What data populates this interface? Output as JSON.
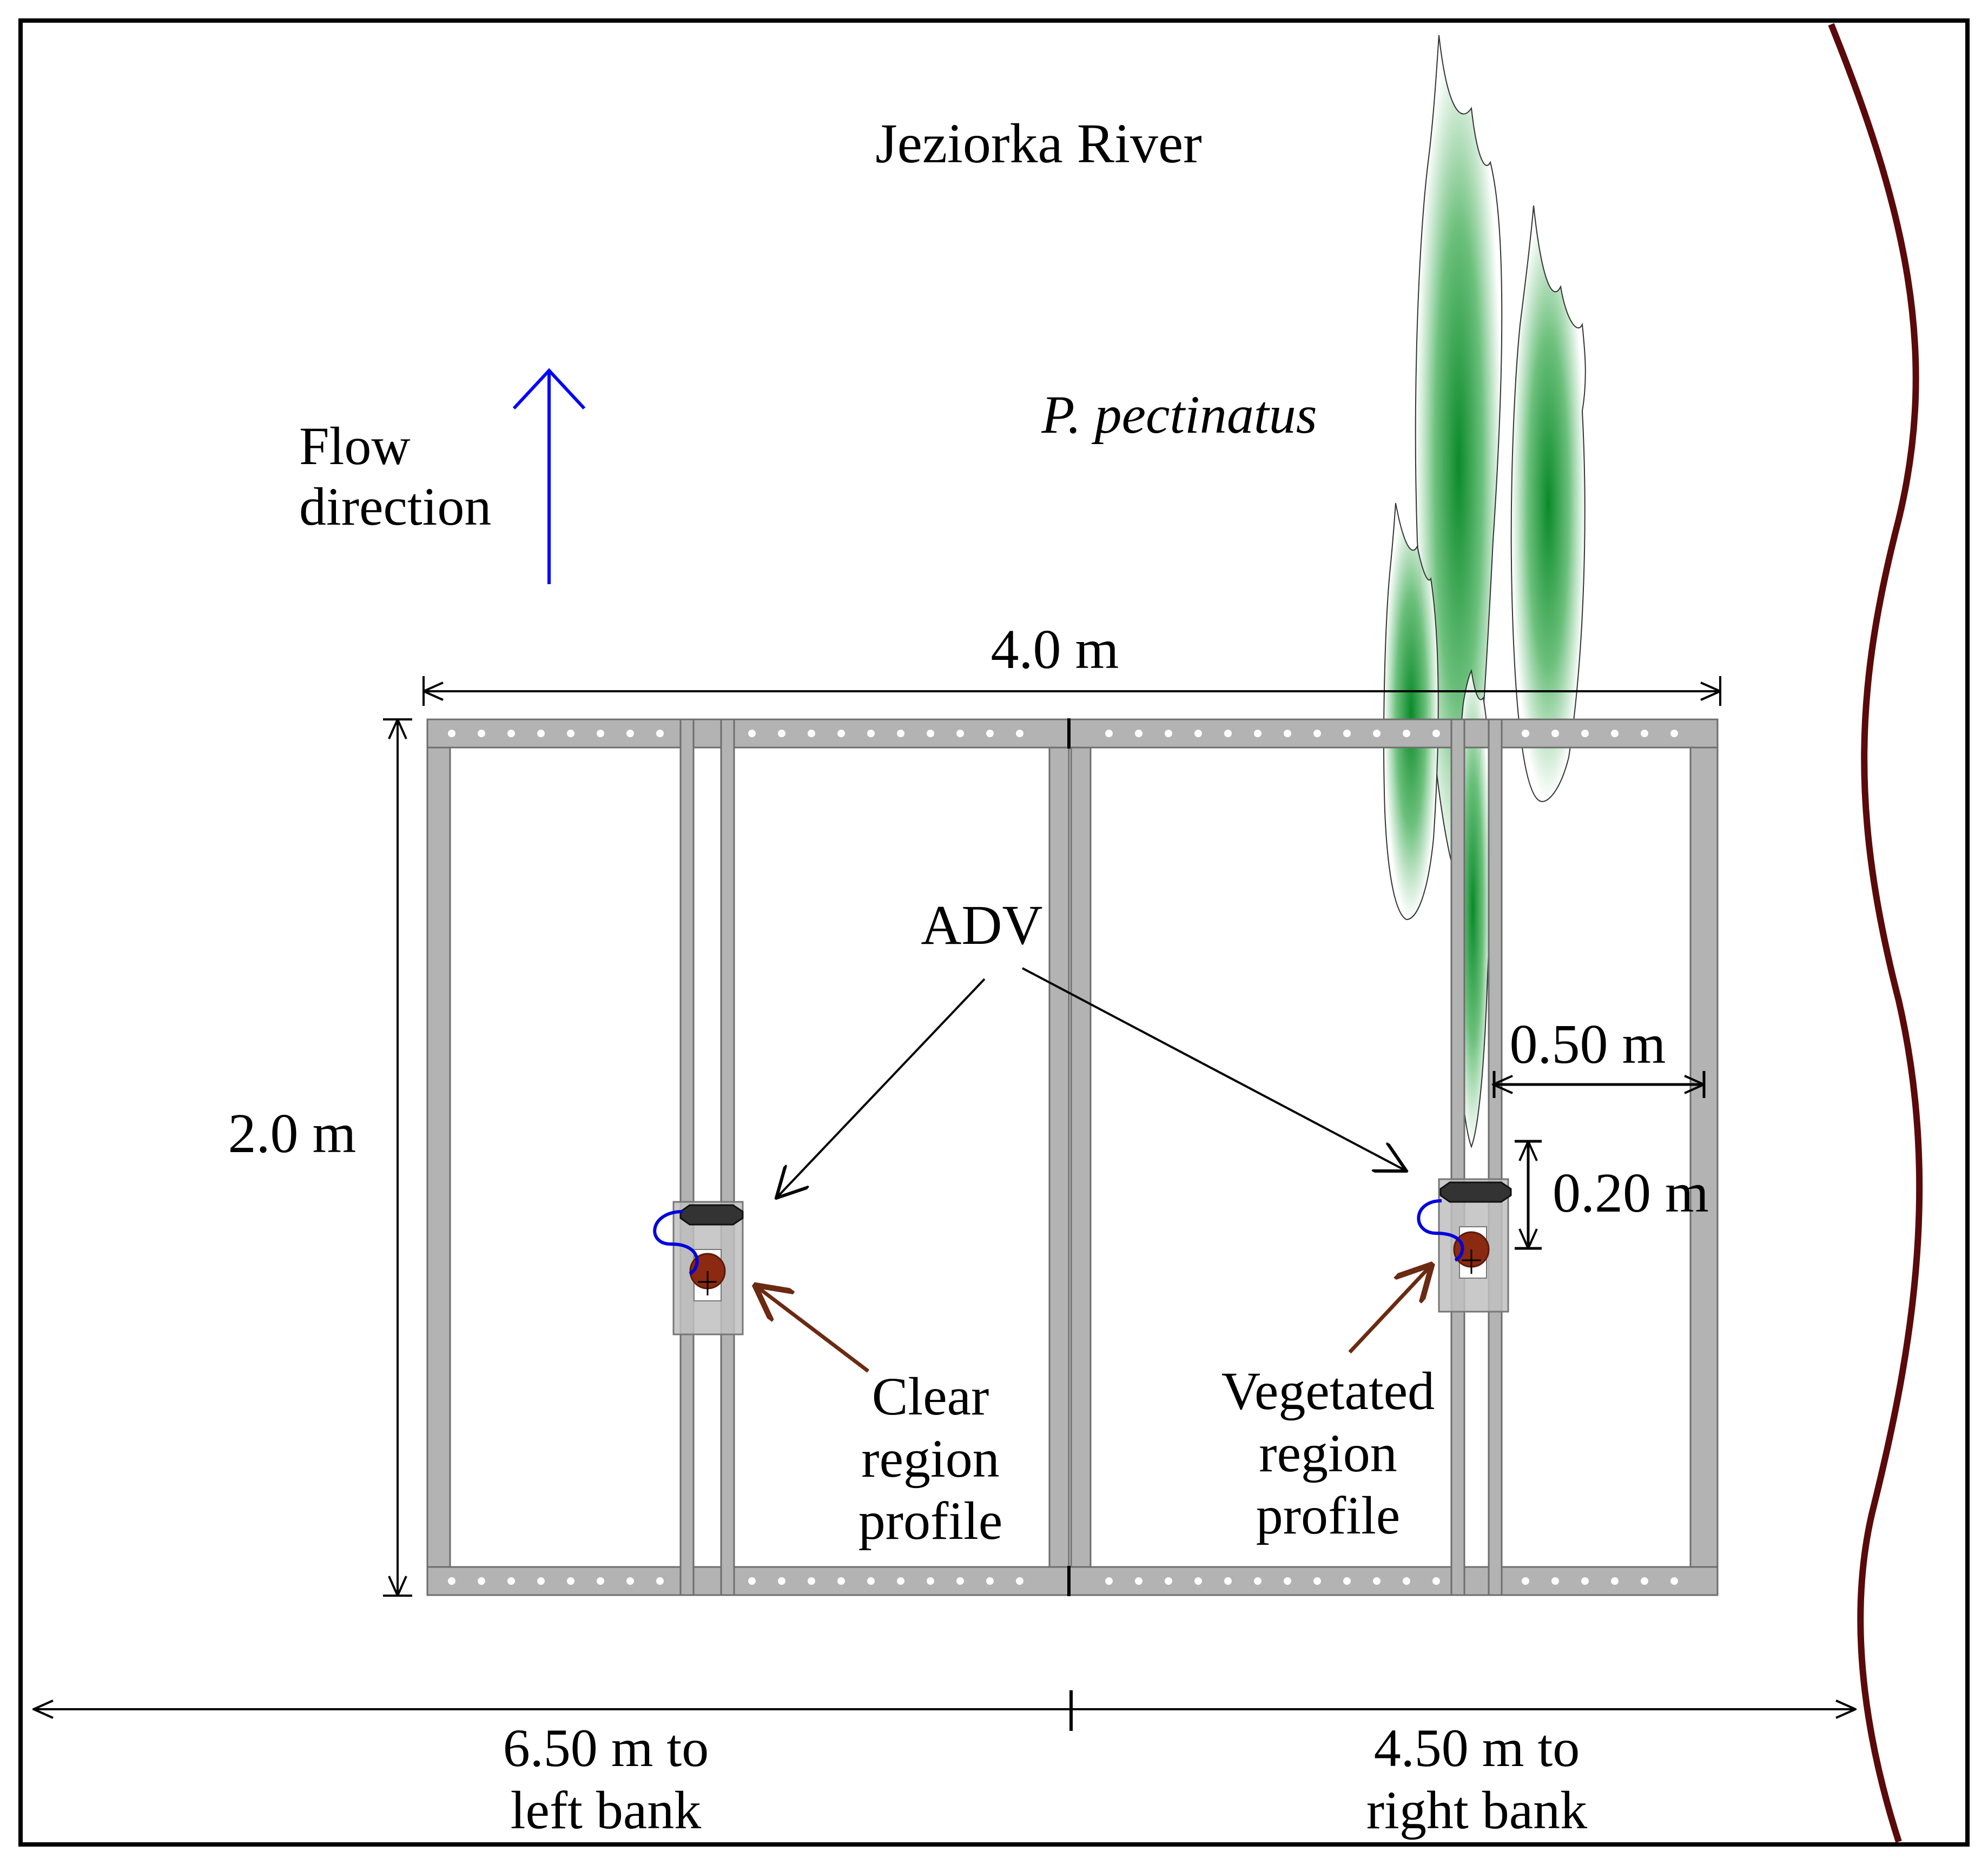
{
  "title": "Jeziorka River",
  "species_label": "P. pectinatus",
  "flow_label": [
    "Flow",
    "direction"
  ],
  "dims": {
    "width": "4.0 m",
    "height": "2.0 m",
    "offset_x": "0.50 m",
    "offset_y": "0.20 m"
  },
  "adv_label": "ADV",
  "clear_profile": [
    "Clear",
    "region",
    "profile"
  ],
  "vegetated_profile": [
    "Vegetated",
    "region",
    "profile"
  ],
  "left_bank": [
    "6.50 m to",
    "left bank"
  ],
  "right_bank": [
    "4.50 m to",
    "right bank"
  ],
  "colors": {
    "frame": "#b3b3b3",
    "frame_edge": "#7a7a7a",
    "vegetation": "#0a8a2a",
    "flow_arrow": "#0000ff",
    "bank": "#5a0a0a",
    "pointer": "#6b2a12",
    "sensor": "#8b2a10"
  }
}
